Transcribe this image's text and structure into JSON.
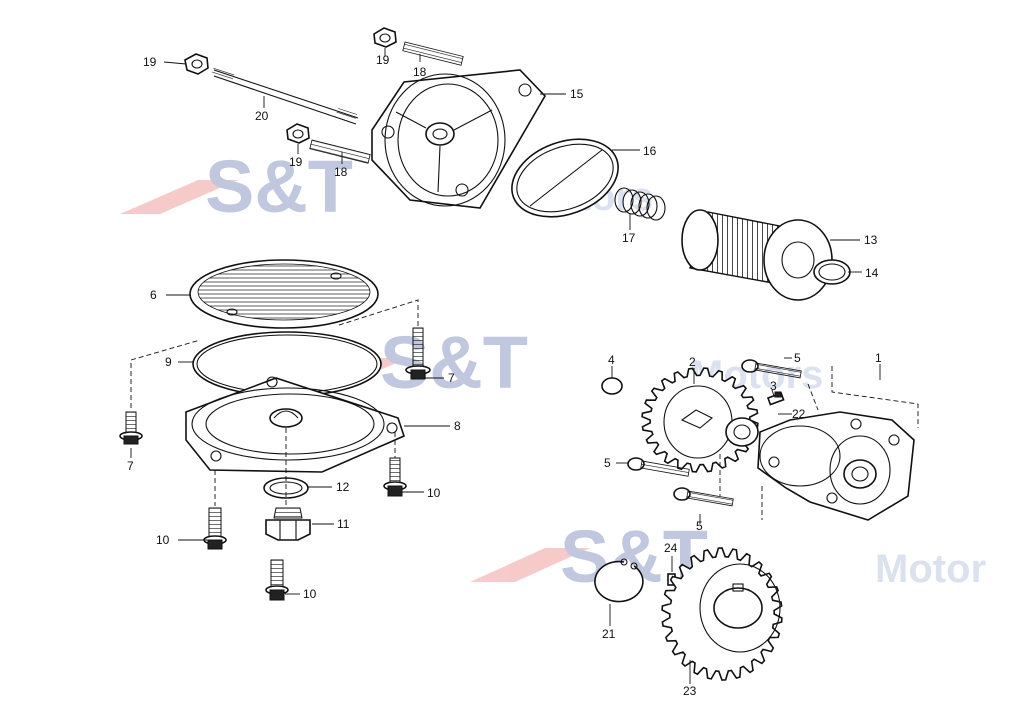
{
  "watermark": {
    "brand": "S&T",
    "sub": "Motors",
    "sub_partial": "Motor",
    "brand_color": "#1f3a8a",
    "stripe_color": "#e0463d"
  },
  "callouts": {
    "c1": "1",
    "c2": "2",
    "c3": "3",
    "c4": "4",
    "c5a": "5",
    "c5b": "5",
    "c5c": "5",
    "c6": "6",
    "c7a": "7",
    "c7b": "7",
    "c8": "8",
    "c9": "9",
    "c10a": "10",
    "c10b": "10",
    "c10c": "10",
    "c11": "11",
    "c12": "12",
    "c13": "13",
    "c14": "14",
    "c15": "15",
    "c16": "16",
    "c17": "17",
    "c18a": "18",
    "c18b": "18",
    "c19a": "19",
    "c19b": "19",
    "c19c": "19",
    "c20": "20",
    "c21": "21",
    "c22": "22",
    "c23": "23",
    "c24": "24"
  }
}
